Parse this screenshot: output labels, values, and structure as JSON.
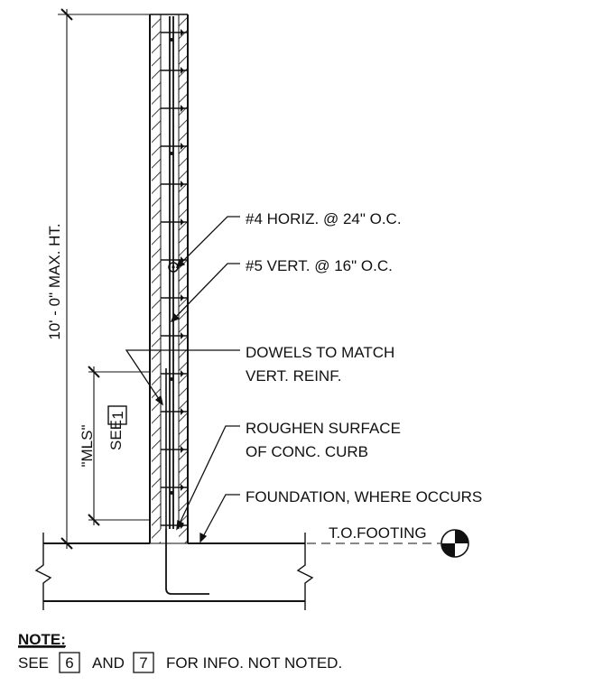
{
  "callouts": {
    "horiz": "#4 HORIZ. @ 24\" O.C.",
    "vert": "#5 VERT. @ 16\" O.C.",
    "dowels_1": "DOWELS TO MATCH",
    "dowels_2": "VERT. REINF.",
    "roughen_1": "ROUGHEN SURFACE",
    "roughen_2": "OF CONC. CURB",
    "foundation": "FOUNDATION, WHERE OCCURS",
    "footing": "T.O.FOOTING"
  },
  "dimensions": {
    "height": "10' - 0\" MAX. HT.",
    "mls": "\"MLS\"",
    "see": "SEE",
    "see_ref": "1"
  },
  "note": {
    "heading": "NOTE:",
    "see": "SEE",
    "ref_a": "6",
    "and": "AND",
    "ref_b": "7",
    "tail": "FOR INFO. NOT NOTED."
  },
  "symbols": {
    "elevation_marker": "datum-target-icon"
  }
}
